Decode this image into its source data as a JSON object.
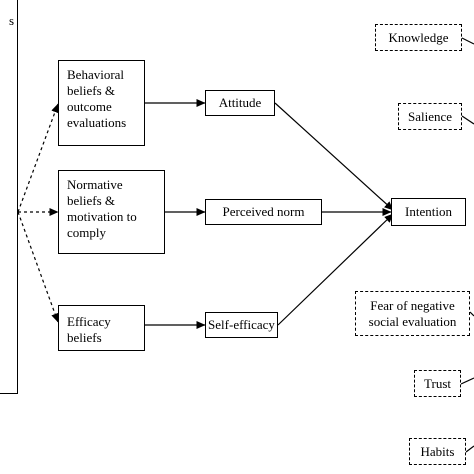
{
  "left_box": {
    "text": "s"
  },
  "beliefs": {
    "behavioral": "Behavioral\nbeliefs &\noutcome\nevaluations",
    "normative": "Normative\nbeliefs &\nmotivation to\ncomply",
    "efficacy": "Efficacy\nbeliefs"
  },
  "constructs": {
    "attitude": "Attitude",
    "perceived_norm": "Perceived norm",
    "self_efficacy": "Self-efficacy",
    "intention": "Intention"
  },
  "moderators": {
    "knowledge": "Knowledge",
    "salience": "Salience",
    "fear": "Fear of negative\nsocial evaluation",
    "trust": "Trust",
    "habits": "Habits"
  }
}
